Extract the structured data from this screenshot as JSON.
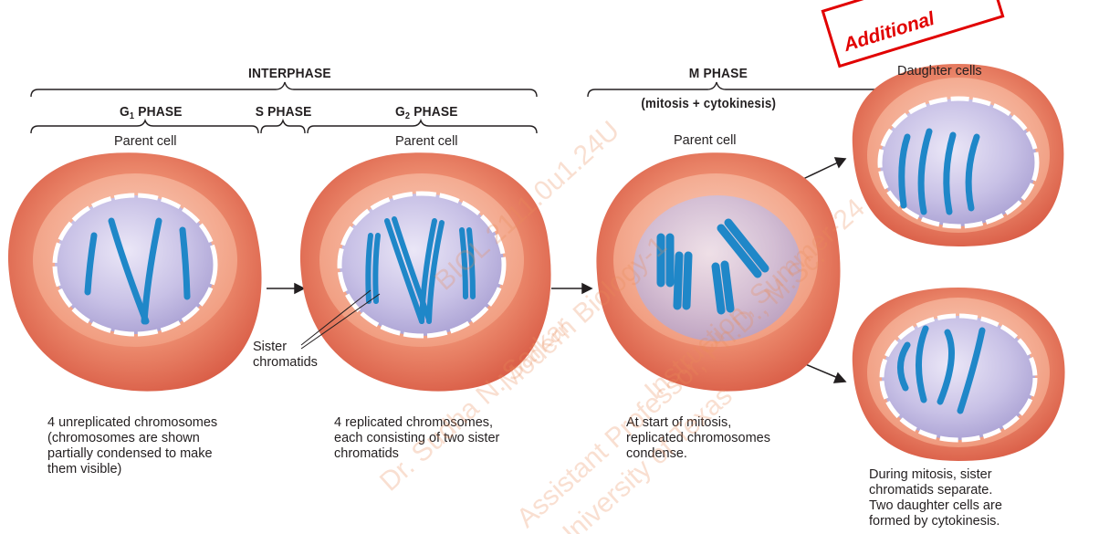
{
  "headers": {
    "interphase": "INTERPHASE",
    "g1_phase": "G",
    "g1_sub": "1",
    "g1_suffix": " PHASE",
    "s_phase": "S PHASE",
    "g2_phase": "G",
    "g2_sub": "2",
    "g2_suffix": " PHASE",
    "m_phase": "M PHASE",
    "m_phase_detail": "(mitosis + cytokinesis)",
    "daughter_cells": "Daughter cells"
  },
  "cell_labels": {
    "parent_cell_1": "Parent cell",
    "parent_cell_2": "Parent cell",
    "parent_cell_3": "Parent cell",
    "sister_chromatids_1": "Sister",
    "sister_chromatids_2": "chromatids"
  },
  "captions": {
    "g1": [
      "4 unreplicated chromosomes",
      "(chromosomes are shown",
      "partially condensed to make",
      "them visible)"
    ],
    "g2": [
      "4 replicated chromosomes,",
      "each consisting of two sister",
      "chromatids"
    ],
    "m": [
      "At start of mitosis,",
      "replicated chromosomes",
      "condense."
    ],
    "daughter": [
      "During mitosis, sister",
      "chromatids separate.",
      "Two daughter cells are",
      "formed by cytokinesis."
    ]
  },
  "stamp": {
    "text": "Additional"
  },
  "watermark": {
    "lines": [
      "Dr. Sudha N. Sarkar",
      "BIOL 2111.0u1.24U",
      "Modern Biology-1",
      "Assistant Professor, Ph.D., M.Sc.",
      "Instruction, Summer-24",
      "University of Texas"
    ]
  },
  "colors": {
    "cell_outer": "#e8735a",
    "cell_rim": "#f6b79f",
    "nucleus": "#c9c3e6",
    "chromosome": "#1f87c8",
    "stamp": "#e10000"
  }
}
